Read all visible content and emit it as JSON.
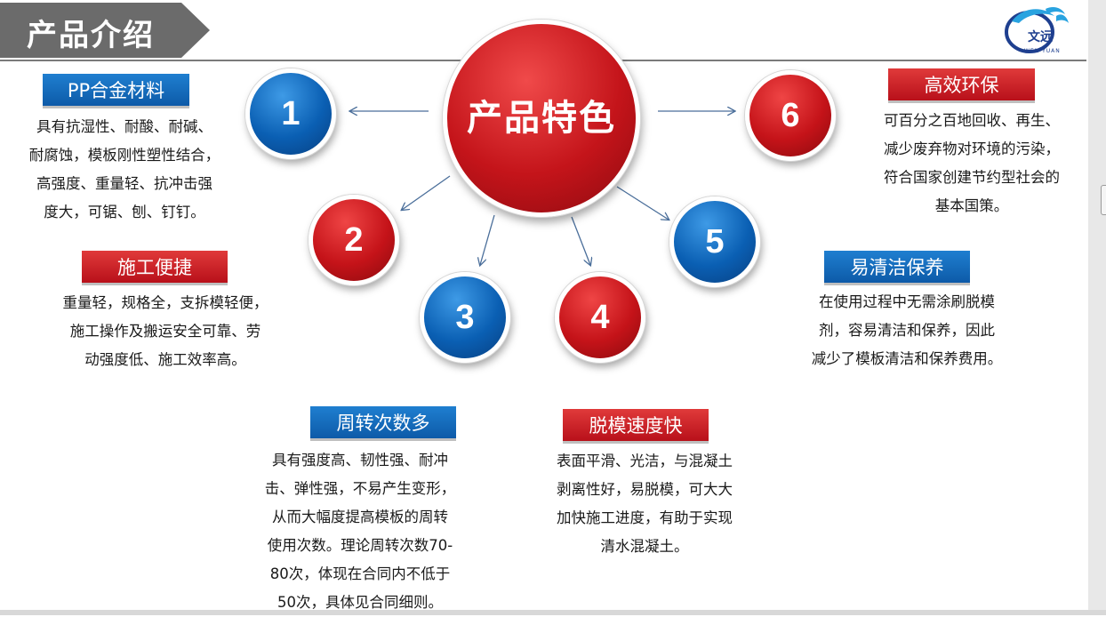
{
  "slide_title": "产品介绍",
  "center": {
    "label": "产品特色"
  },
  "logo": {
    "text": "文远",
    "subtitle": "WEN YUAN"
  },
  "colors": {
    "blue": "#0a5fb3",
    "red": "#c51319",
    "title_gray": "#6b6b6b"
  },
  "features": [
    {
      "number": "1",
      "title": "PP合金材料",
      "lines": [
        "具有抗湿性、耐酸、耐碱、",
        "耐腐蚀，模板刚性塑性结合，",
        "高强度、重量轻、抗冲击强",
        "度大，可锯、刨、钉钉。"
      ]
    },
    {
      "number": "2",
      "title": "施工便捷",
      "lines": [
        "重量轻，规格全，支拆模轻便，",
        "施工操作及搬运安全可靠、劳",
        "动强度低、施工效率高。"
      ]
    },
    {
      "number": "3",
      "title": "周转次数多",
      "lines": [
        "具有强度高、韧性强、耐冲",
        "击、弹性强，不易产生变形，",
        "从而大幅度提高模板的周转",
        "使用次数。理论周转次数70-",
        "80次，体现在合同内不低于",
        "50次，具体见合同细则。"
      ]
    },
    {
      "number": "4",
      "title": "脱模速度快",
      "lines": [
        "表面平滑、光洁，与混凝土",
        "剥离性好，易脱模，可大大",
        "加快施工进度，有助于实现",
        "清水混凝土。"
      ]
    },
    {
      "number": "5",
      "title": "易清洁保养",
      "lines": [
        "在使用过程中无需涂刷脱模",
        "剂，容易清洁和保养，因此",
        "减少了模板清洁和保养费用。"
      ]
    },
    {
      "number": "6",
      "title": "高效环保",
      "lines": [
        "可百分之百地回收、再生、",
        "减少废弃物对环境的污染，",
        "符合国家创建节约型社会的",
        "基本国策。"
      ]
    }
  ]
}
